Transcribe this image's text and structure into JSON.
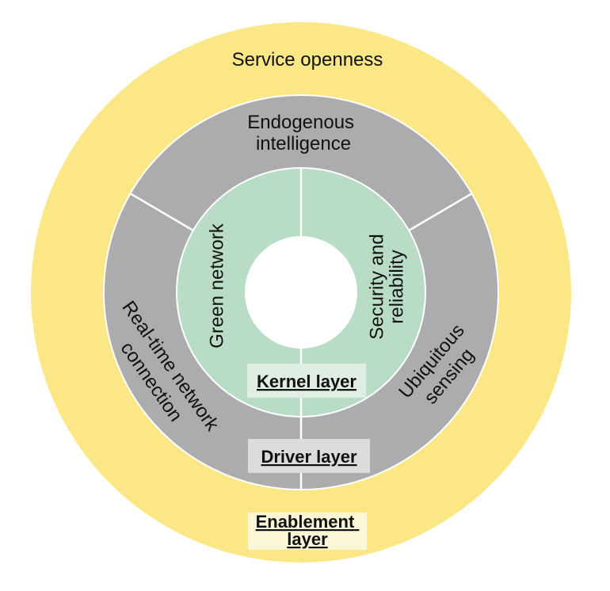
{
  "colors": {
    "background": "#ffffff",
    "outer_ring": "#fbe786",
    "middle_ring": "#acabae",
    "inner_ring": "#b9dcc7",
    "center_circle": "#ffffff",
    "divider": "#ffffff",
    "text": "#111111",
    "kernel_box_bg": "#dfede3",
    "driver_box_bg": "#dcdcde",
    "enablement_box_bg": "#fbf6d6"
  },
  "rings": {
    "outer": {
      "label": "Service openness",
      "layer_box": {
        "line1": "Enablement",
        "line2": "layer"
      }
    },
    "middle": {
      "top_segment": {
        "line1": "Endogenous",
        "line2": "intelligence"
      },
      "left_segment": {
        "line1": "Real-time network",
        "line2": "connection"
      },
      "right_segment": {
        "line1": "Ubiquitous",
        "line2": "sensing"
      },
      "layer_box": {
        "label": "Driver layer"
      }
    },
    "inner": {
      "left_segment": {
        "label": "Green network"
      },
      "right_segment": {
        "line1": "Security and",
        "line2": "reliability"
      },
      "layer_box": {
        "label": "Kernel layer"
      }
    }
  }
}
